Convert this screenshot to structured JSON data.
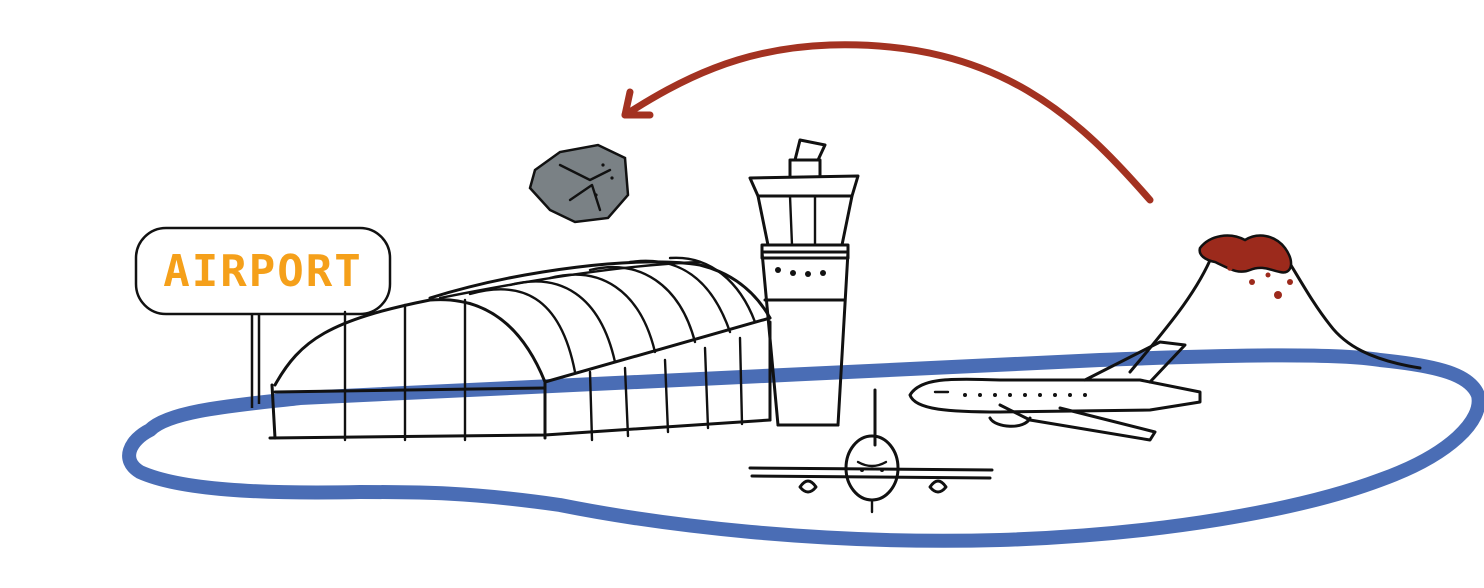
{
  "sign": {
    "label": "AIRPORT"
  },
  "colors": {
    "water": "#4a6db5",
    "sign_text": "#f5a01a",
    "lava": "#9c2a1c",
    "rock": "#7a8185",
    "arrow": "#a33221"
  },
  "icons": [
    "island",
    "airport-sign",
    "hangar-terminal",
    "control-tower",
    "airplane-front",
    "airplane-side",
    "volcano",
    "lava-rock",
    "trajectory-arrow"
  ]
}
